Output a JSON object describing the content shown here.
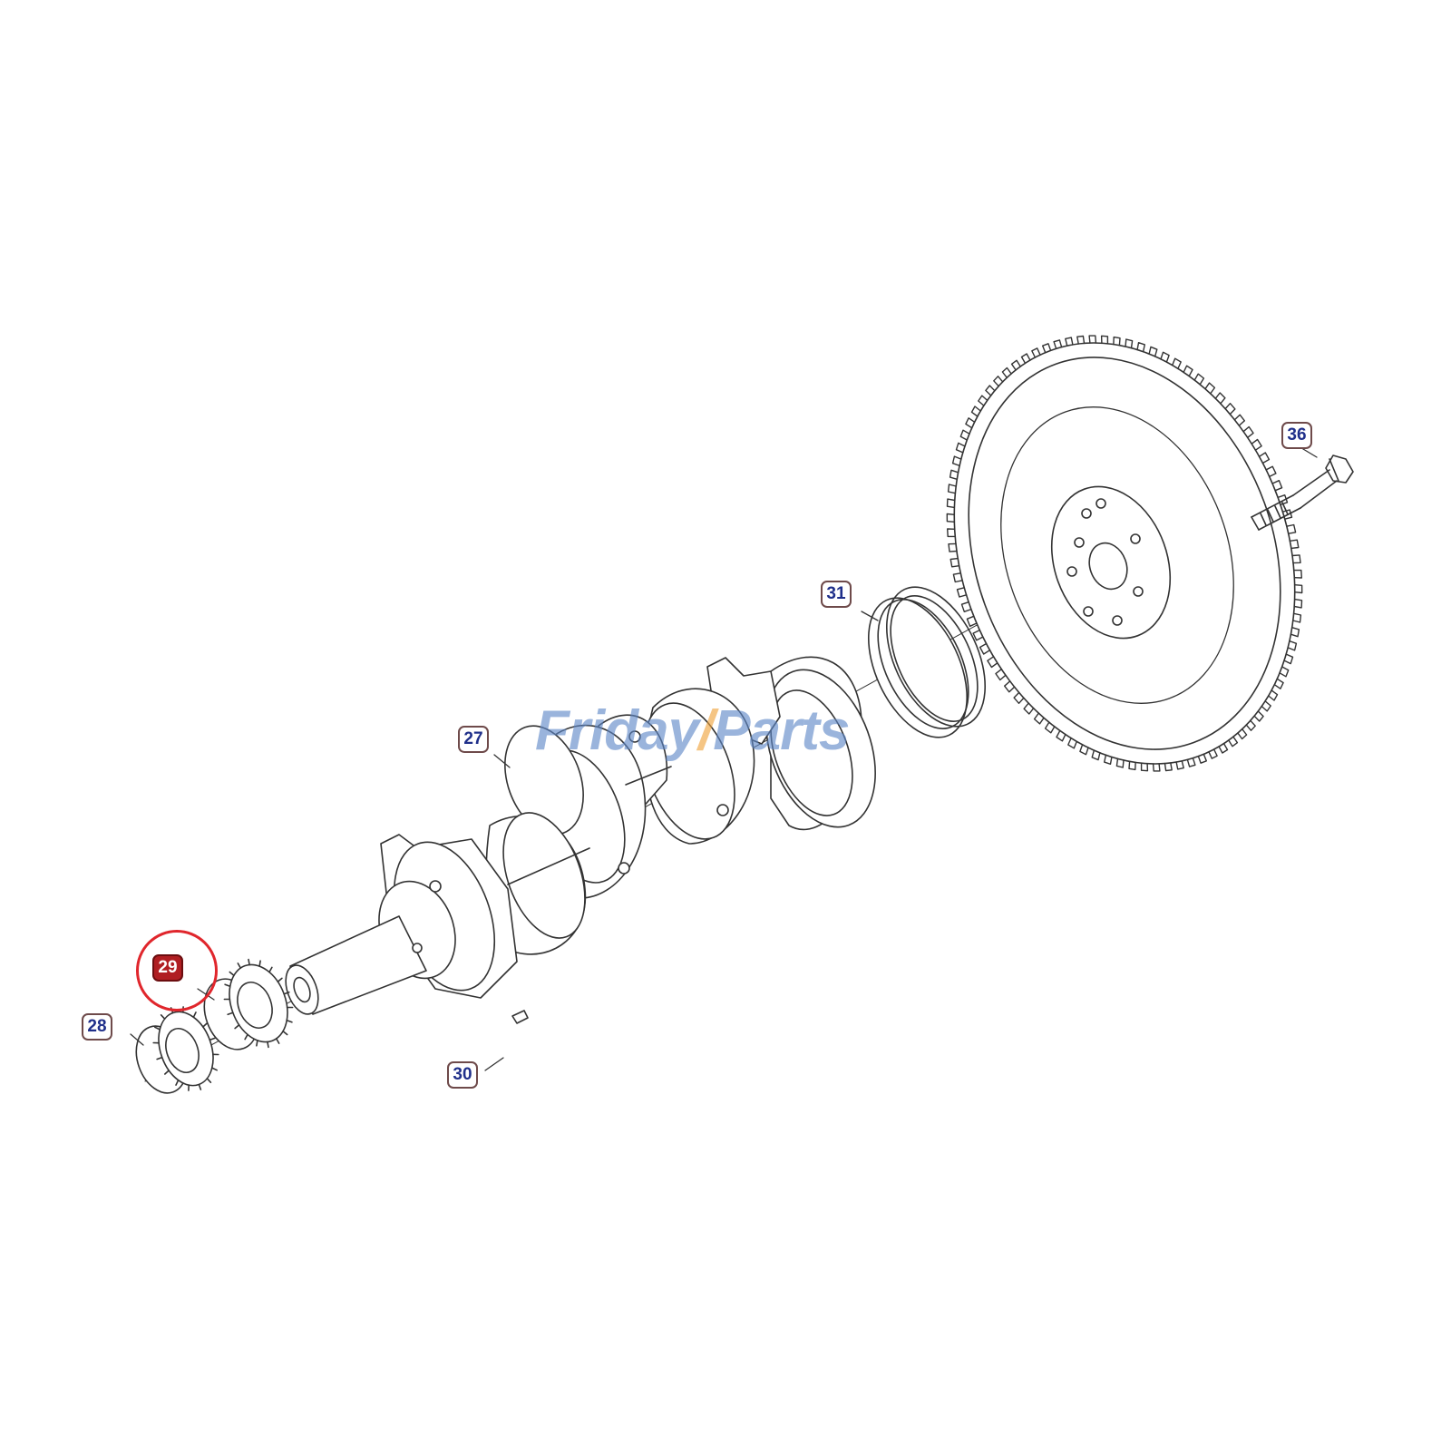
{
  "watermark": {
    "part1": "Friday",
    "slash": "/",
    "part2": "Parts",
    "color": "#5d87c8",
    "accent": "#f0a23a"
  },
  "callouts": {
    "c27": "27",
    "c28": "28",
    "c29": "29",
    "c30": "30",
    "c31": "31",
    "c36": "36"
  },
  "selected_part": "29",
  "colors": {
    "line": "#333333",
    "callout_text": "#1f2f8a",
    "selected_fill": "#b01e22",
    "selection_ring": "#e0262c"
  }
}
